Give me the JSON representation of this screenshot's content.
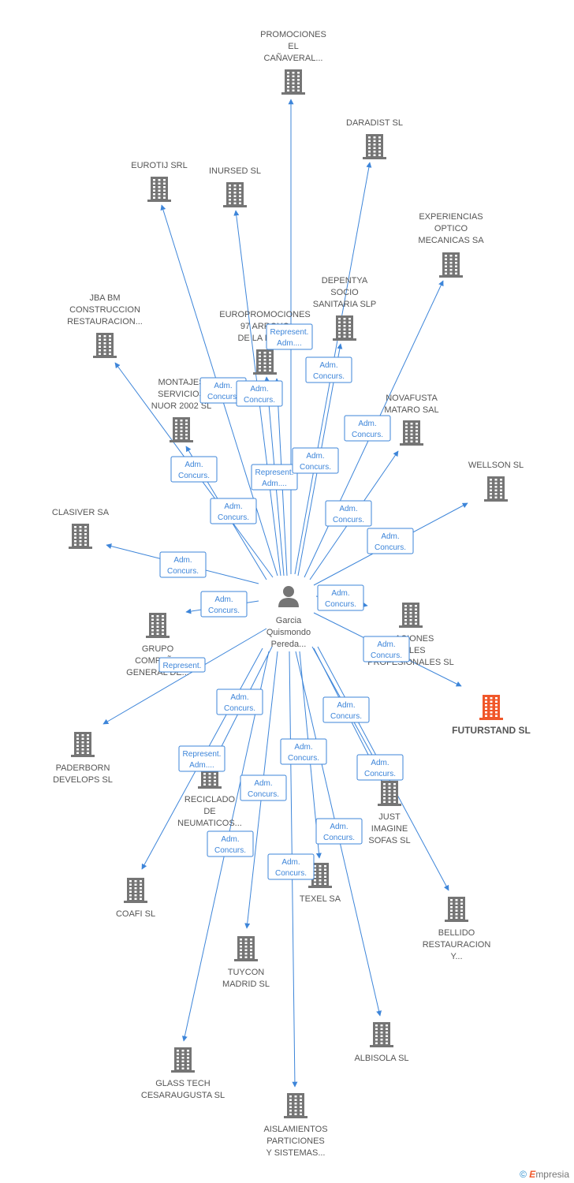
{
  "center": {
    "name_lines": [
      "Garcia",
      "Quismondo",
      "Pereda..."
    ]
  },
  "nodes": [
    {
      "id": "promociones",
      "lines": [
        "PROMOCIONES",
        "EL",
        "CAÑAVERAL..."
      ]
    },
    {
      "id": "daradist",
      "lines": [
        "DARADIST SL"
      ]
    },
    {
      "id": "eurotij",
      "lines": [
        "EUROTIJ SRL"
      ]
    },
    {
      "id": "inursed",
      "lines": [
        "INURSED SL"
      ]
    },
    {
      "id": "experiencias",
      "lines": [
        "EXPERIENCIAS",
        "OPTICO",
        "MECANICAS SA"
      ]
    },
    {
      "id": "jba",
      "lines": [
        "JBA BM",
        "CONSTRUCCION",
        "RESTAURACION..."
      ]
    },
    {
      "id": "depentya",
      "lines": [
        "DEPENTYA",
        "SOCIO",
        "SANITARIA SLP"
      ]
    },
    {
      "id": "europromociones",
      "lines": [
        "EUROPROMOCIONES",
        "97 ARROYO",
        "DE LA MIEL..."
      ]
    },
    {
      "id": "montajes",
      "lines": [
        "MONTAJES",
        "SERVICIOS",
        "NUOR 2002 SL"
      ]
    },
    {
      "id": "novafusta",
      "lines": [
        "NOVAFUSTA",
        "MATARO SAL"
      ]
    },
    {
      "id": "wellson",
      "lines": [
        "WELLSON SL"
      ]
    },
    {
      "id": "clasiver",
      "lines": [
        "CLASIVER SA"
      ]
    },
    {
      "id": "asociaciones",
      "lines": [
        "...ACIONES",
        "...ALES",
        "PROFESIONALES SL"
      ]
    },
    {
      "id": "grupo",
      "lines": [
        "GRUPO",
        "COMPAÑIA",
        "GENERAL DE..."
      ]
    },
    {
      "id": "futurstand",
      "lines": [
        "FUTURSTAND SL"
      ],
      "highlight": true
    },
    {
      "id": "paderborn",
      "lines": [
        "PADERBORN",
        "DEVELOPS SL"
      ]
    },
    {
      "id": "reciclado",
      "lines": [
        "RECICLADO",
        "DE",
        "NEUMATICOS..."
      ]
    },
    {
      "id": "just",
      "lines": [
        "JUST",
        "IMAGINE",
        "SOFAS SL"
      ]
    },
    {
      "id": "texel",
      "lines": [
        "TEXEL SA"
      ]
    },
    {
      "id": "coafi",
      "lines": [
        "COAFI SL"
      ]
    },
    {
      "id": "bellido",
      "lines": [
        "BELLIDO",
        "RESTAURACION",
        "Y..."
      ]
    },
    {
      "id": "tuycon",
      "lines": [
        "TUYCON",
        "MADRID SL"
      ]
    },
    {
      "id": "albisola",
      "lines": [
        "ALBISOLA SL"
      ]
    },
    {
      "id": "glass",
      "lines": [
        "GLASS TECH",
        "CESARAUGUSTA SL"
      ]
    },
    {
      "id": "aislamientos",
      "lines": [
        "AISLAMIENTOS",
        "PARTICIONES",
        "Y SISTEMAS..."
      ]
    }
  ],
  "badges": [
    {
      "lines": [
        "Represent.",
        "Adm...."
      ]
    },
    {
      "lines": [
        "Adm.",
        "Concurs."
      ]
    },
    {
      "lines": [
        "Adm.",
        "Concurs."
      ]
    },
    {
      "lines": [
        "Adm.",
        "Concurs."
      ]
    },
    {
      "lines": [
        "Adm.",
        "Concurs."
      ]
    },
    {
      "lines": [
        "Adm.",
        "Concurs."
      ]
    },
    {
      "lines": [
        "Represent.",
        "Adm...."
      ]
    },
    {
      "lines": [
        "Adm.",
        "Concurs."
      ]
    },
    {
      "lines": [
        "Adm.",
        "Concurs."
      ]
    },
    {
      "lines": [
        "Adm.",
        "Concurs."
      ]
    },
    {
      "lines": [
        "Adm.",
        "Concurs."
      ]
    },
    {
      "lines": [
        "Adm.",
        "Concurs."
      ]
    },
    {
      "lines": [
        "Adm.",
        "Concurs."
      ]
    },
    {
      "lines": [
        "Adm.",
        "Concurs."
      ]
    },
    {
      "lines": [
        "Adm.",
        "Concurs."
      ]
    },
    {
      "lines": [
        "Represent."
      ]
    },
    {
      "lines": [
        "Adm.",
        "Concurs."
      ]
    },
    {
      "lines": [
        "Adm.",
        "Concurs."
      ]
    },
    {
      "lines": [
        "Adm.",
        "Concurs."
      ]
    },
    {
      "lines": [
        "Represent.",
        "Adm...."
      ]
    },
    {
      "lines": [
        "Adm.",
        "Concurs."
      ]
    },
    {
      "lines": [
        "Adm.",
        "Concurs."
      ]
    },
    {
      "lines": [
        "Adm.",
        "Concurs."
      ]
    },
    {
      "lines": [
        "Adm.",
        "Concurs."
      ]
    },
    {
      "lines": [
        "Adm.",
        "Concurs."
      ]
    }
  ],
  "footer": {
    "copyright": "©",
    "brand_first": "E",
    "brand_rest": "mpresia"
  },
  "colors": {
    "edge": "#3d85d9",
    "building": "#757575",
    "highlight": "#f0572a",
    "label": "#555555"
  }
}
